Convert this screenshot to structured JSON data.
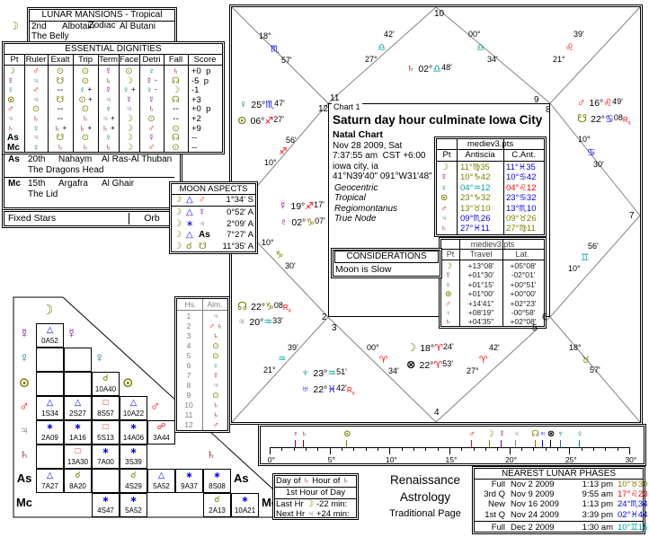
{
  "glyphs": {
    "moon": {
      "g": "☽",
      "c": "#808000"
    },
    "mercury": {
      "g": "☿",
      "c": "#800080"
    },
    "venus": {
      "g": "♀",
      "c": "#008080"
    },
    "sun": {
      "g": "⊙",
      "c": "#808000"
    },
    "mars": {
      "g": "♂",
      "c": "#ff0000"
    },
    "jupiter": {
      "g": "♃",
      "c": "#808080"
    },
    "saturn": {
      "g": "♄",
      "c": "#800000"
    },
    "uranus": {
      "g": "♅",
      "c": "#0000ff"
    },
    "neptune": {
      "g": "♆",
      "c": "#008080"
    },
    "pluto": {
      "g": "♇",
      "c": "#800080"
    },
    "node_n": {
      "g": "☊",
      "c": "#808000"
    },
    "node_s": {
      "g": "☋",
      "c": "#808000"
    },
    "fortuna": {
      "g": "⊗",
      "c": "#000000"
    },
    "as": {
      "g": "As",
      "c": "#000000"
    },
    "mc": {
      "g": "Mc",
      "c": "#000000"
    }
  },
  "signs": {
    "ari": {
      "g": "♈",
      "c": "#ff0000"
    },
    "tau": {
      "g": "♉",
      "c": "#808000"
    },
    "gem": {
      "g": "♊",
      "c": "#00a0a0"
    },
    "can": {
      "g": "♋",
      "c": "#0000ff"
    },
    "leo": {
      "g": "♌",
      "c": "#ff0000"
    },
    "vir": {
      "g": "♍",
      "c": "#808000"
    },
    "lib": {
      "g": "♎",
      "c": "#00a0a0"
    },
    "sco": {
      "g": "♏",
      "c": "#0000ff"
    },
    "sag": {
      "g": "♐",
      "c": "#ff0000"
    },
    "cap": {
      "g": "♑",
      "c": "#808000"
    },
    "aqu": {
      "g": "♒",
      "c": "#00a0a0"
    },
    "pis": {
      "g": "♓",
      "c": "#0000ff"
    }
  },
  "aspects": {
    "conj": {
      "g": "☌",
      "c": "#808000"
    },
    "sextile": {
      "g": "∗",
      "c": "#0000ff"
    },
    "square": {
      "g": "□",
      "c": "#ff0000"
    },
    "trine": {
      "g": "△",
      "c": "#0000ff"
    },
    "opp": {
      "g": "☍",
      "c": "#ff0000"
    }
  },
  "lunar_mansions": {
    "title": "LUNAR MANSIONS - Tropical Zodiac",
    "rows": [
      {
        "pt": "moon",
        "num": "2nd",
        "name": "Albotain",
        "alt": "Al Butani",
        "meaning": "The Belly"
      },
      {
        "pt": "as",
        "num": "20th",
        "name": "Nahaym",
        "alt": "Al Ras-Al Thuban",
        "meaning": "The Dragons Head"
      },
      {
        "pt": "mc",
        "num": "15th",
        "name": "Argafra",
        "alt": "Al Ghair",
        "meaning": "The Lid"
      }
    ]
  },
  "essential_dignities": {
    "title": "ESSENTIAL DIGNITIES",
    "headers": [
      "Pt",
      "Ruler",
      "Exalt",
      "Trip",
      "Term",
      "Face",
      "Detri",
      "Fall",
      "Score"
    ],
    "rows": [
      {
        "pt": "moon",
        "ruler": {
          "p": "mars"
        },
        "exalt": {
          "p": "sun"
        },
        "trip": {
          "p": "sun"
        },
        "term": {
          "p": "mercury"
        },
        "face": {
          "p": "sun"
        },
        "detri": {
          "p": "venus"
        },
        "fall": {
          "p": "saturn"
        },
        "score": "+0 p"
      },
      {
        "pt": "mercury",
        "ruler": {
          "p": "jupiter"
        },
        "exalt": {
          "p": "node_s"
        },
        "trip": {
          "p": "sun"
        },
        "term": {
          "p": "saturn"
        },
        "face": {
          "p": "moon"
        },
        "detri": {
          "p": "mercury",
          "m": "-"
        },
        "fall": {
          "p": "node_n"
        },
        "score": "-5 p"
      },
      {
        "pt": "venus",
        "ruler": {
          "p": "mars"
        },
        "exalt": {
          "t": "--"
        },
        "trip": {
          "p": "venus",
          "m": "+"
        },
        "term": {
          "p": "mercury"
        },
        "face": {
          "p": "venus",
          "m": "+"
        },
        "detri": {
          "p": "venus",
          "m": "-"
        },
        "fall": {
          "p": "moon"
        },
        "score": "-1"
      },
      {
        "pt": "sun",
        "ruler": {
          "p": "jupiter"
        },
        "exalt": {
          "p": "node_s"
        },
        "trip": {
          "p": "sun",
          "m": "+"
        },
        "term": {
          "p": "jupiter"
        },
        "face": {
          "p": "mercury"
        },
        "detri": {
          "p": "mercury"
        },
        "fall": {
          "p": "node_n"
        },
        "score": "+3"
      },
      {
        "pt": "mars",
        "ruler": {
          "p": "sun"
        },
        "exalt": {
          "t": "--"
        },
        "trip": {
          "p": "sun"
        },
        "term": {
          "p": "venus"
        },
        "face": {
          "p": "jupiter"
        },
        "detri": {
          "p": "saturn"
        },
        "fall": {
          "t": "--"
        },
        "score": "+0 p"
      },
      {
        "pt": "jupiter",
        "ruler": {
          "p": "saturn"
        },
        "exalt": {
          "t": "--"
        },
        "trip": {
          "p": "saturn"
        },
        "term": {
          "p": "jupiter",
          "m": "+"
        },
        "face": {
          "p": "moon"
        },
        "detri": {
          "p": "sun"
        },
        "fall": {
          "t": "--"
        },
        "score": "+2"
      },
      {
        "pt": "saturn",
        "ruler": {
          "p": "venus"
        },
        "exalt": {
          "p": "saturn",
          "m": "+"
        },
        "trip": {
          "p": "saturn",
          "m": "+"
        },
        "term": {
          "p": "saturn",
          "m": "+"
        },
        "face": {
          "p": "moon"
        },
        "detri": {
          "p": "mars"
        },
        "fall": {
          "p": "sun"
        },
        "score": "+9"
      },
      {
        "pt": "as",
        "ruler": {
          "p": "jupiter"
        },
        "exalt": {
          "p": "node_s"
        },
        "trip": {
          "p": "sun"
        },
        "term": {
          "p": "venus"
        },
        "face": {
          "p": "moon"
        },
        "detri": {
          "p": "mercury"
        },
        "fall": {
          "p": "node_n"
        },
        "score": "--"
      },
      {
        "pt": "mc",
        "ruler": {
          "p": "venus"
        },
        "exalt": {
          "p": "saturn"
        },
        "trip": {
          "p": "saturn"
        },
        "term": {
          "p": "saturn"
        },
        "face": {
          "p": "moon"
        },
        "detri": {
          "p": "mars"
        },
        "fall": {
          "p": "sun"
        },
        "score": "--"
      }
    ]
  },
  "fixed_stars": {
    "label": "Fixed Stars",
    "orb": "Orb"
  },
  "moon_aspects": {
    "title": "MOON ASPECTS",
    "rows": [
      {
        "p1": "moon",
        "a": "trine",
        "p2": "mars",
        "orb": "1°34' S"
      },
      {
        "p1": "moon",
        "a": "trine",
        "p2": "mercury",
        "orb": "0°52' A"
      },
      {
        "p1": "moon",
        "a": "sextile",
        "p2": "jupiter",
        "orb": "2°09' A"
      },
      {
        "p1": "moon",
        "a": "trine",
        "p2": "as",
        "orb": "7°27' A"
      },
      {
        "p1": "moon",
        "a": "conj",
        "p2": "node_s",
        "orb": "11°35' A"
      }
    ]
  },
  "aspect_grid": {
    "diag_order": [
      "moon",
      "mercury",
      "venus",
      "sun",
      "mars",
      "jupiter",
      "saturn",
      "as",
      "mc"
    ],
    "rows": [
      {
        "p": "mercury",
        "cells": [
          {
            "a": "trine",
            "v": "0A52"
          }
        ]
      },
      {
        "p": "venus",
        "cells": [
          {},
          {}
        ]
      },
      {
        "p": "sun",
        "cells": [
          {},
          {},
          {
            "a": "conj",
            "v": "10A40"
          }
        ]
      },
      {
        "p": "mars",
        "cells": [
          {
            "a": "trine",
            "v": "1S34"
          },
          {
            "a": "trine",
            "v": "2S27"
          },
          {
            "a": "square",
            "v": "8S57"
          },
          {
            "a": "trine",
            "v": "10A22"
          }
        ]
      },
      {
        "p": "jupiter",
        "cells": [
          {
            "a": "sextile",
            "v": "2A09"
          },
          {
            "a": "sextile",
            "v": "1A16"
          },
          {
            "a": "square",
            "v": "5S13"
          },
          {
            "a": "sextile",
            "v": "14A06"
          },
          {
            "a": "opp",
            "v": "3A44"
          }
        ]
      },
      {
        "p": "saturn",
        "cells": [
          {},
          {
            "a": "square",
            "v": "13A30"
          },
          {
            "a": "sextile",
            "v": "7A00"
          },
          {
            "a": "sextile",
            "v": "3S39"
          },
          null,
          null
        ]
      },
      {
        "p": "as",
        "cells": [
          {
            "a": "trine",
            "v": "7A27"
          },
          {
            "a": "conj",
            "v": "8A20"
          },
          {},
          {
            "a": "conj",
            "v": "4S29"
          },
          {
            "a": "trine",
            "v": "5A52"
          },
          {
            "a": "sextile",
            "v": "9A37"
          },
          {
            "a": "sextile",
            "v": "8S08"
          }
        ]
      },
      {
        "p": "mc",
        "cells": [
          null,
          null,
          {
            "a": "sextile",
            "v": "4S47"
          },
          {
            "a": "sextile",
            "v": "5A52"
          },
          null,
          null,
          {
            "a": "conj",
            "v": "2A13"
          },
          {
            "a": "sextile",
            "v": "10A21"
          }
        ]
      }
    ]
  },
  "house_almutens": {
    "headers": [
      "Hs.",
      "Alm."
    ],
    "rows": [
      {
        "house": "1",
        "alms": [
          "jupiter"
        ]
      },
      {
        "house": "2",
        "alms": [
          "mars",
          "saturn"
        ]
      },
      {
        "house": "3",
        "alms": [
          "saturn"
        ]
      },
      {
        "house": "4",
        "alms": [
          "sun"
        ]
      },
      {
        "house": "5",
        "alms": [
          "sun"
        ]
      },
      {
        "house": "6",
        "alms": [
          "venus"
        ]
      },
      {
        "house": "7",
        "alms": [
          "mercury"
        ]
      },
      {
        "house": "8",
        "alms": [
          "jupiter"
        ]
      },
      {
        "house": "9",
        "alms": [
          "sun"
        ]
      },
      {
        "house": "10",
        "alms": [
          "saturn"
        ]
      },
      {
        "house": "11",
        "alms": [
          "saturn"
        ]
      },
      {
        "house": "12",
        "alms": [
          "mars"
        ]
      }
    ]
  },
  "chart": {
    "title_small": "Chart 1",
    "title": "Saturn day hour culminate Iowa City",
    "type": "Natal Chart",
    "date": "Nov 28 2009, Sat",
    "time": "7:37:55 am  CST +6:00",
    "location": "iowa city, ia",
    "coordinates": "41°N39'40\" 091°W31'48\"",
    "settings": [
      "Geocentric",
      "Tropical",
      "Regiomontanus",
      "True Node"
    ],
    "houses": [
      {
        "num": "1",
        "deg": "10°",
        "sign": "sag",
        "min": "56'"
      },
      {
        "num": "2",
        "deg": "10°",
        "sign": "cap",
        "min": "30'"
      },
      {
        "num": "3",
        "deg": "21°",
        "sign": "aqu",
        "min": "39'"
      },
      {
        "num": "4",
        "deg": "00°",
        "sign": "ari",
        "min": "34'"
      },
      {
        "num": "5",
        "deg": "27°",
        "sign": "ari",
        "min": "42'"
      },
      {
        "num": "6",
        "deg": "18°",
        "sign": "tau",
        "min": "57'"
      },
      {
        "num": "7",
        "deg": "10°",
        "sign": "gem",
        "min": "56'"
      },
      {
        "num": "8",
        "deg": "10°",
        "sign": "can",
        "min": "30'"
      },
      {
        "num": "9",
        "deg": "21°",
        "sign": "leo",
        "min": "39'"
      },
      {
        "num": "10",
        "deg": "00°",
        "sign": "lib",
        "min": "34'"
      },
      {
        "num": "11",
        "deg": "27°",
        "sign": "lib",
        "min": "42'"
      },
      {
        "num": "12",
        "deg": "18°",
        "sign": "sco",
        "min": "57'"
      }
    ],
    "planets": [
      {
        "p": "saturn",
        "deg": "02°",
        "sign": "lib",
        "min": "48'"
      },
      {
        "p": "venus",
        "deg": "25°",
        "sign": "sco",
        "min": "47'"
      },
      {
        "p": "sun",
        "deg": "06°",
        "sign": "sag",
        "min": "27'"
      },
      {
        "p": "mercury",
        "deg": "19°",
        "sign": "sag",
        "min": "17'"
      },
      {
        "p": "pluto",
        "deg": "02°",
        "sign": "cap",
        "min": "07'"
      },
      {
        "p": "node_n",
        "deg": "22°",
        "sign": "cap",
        "min": "08",
        "rx": true
      },
      {
        "p": "jupiter",
        "deg": "20°",
        "sign": "aqu",
        "min": "33'"
      },
      {
        "p": "neptune",
        "deg": "23°",
        "sign": "aqu",
        "min": "51'"
      },
      {
        "p": "uranus",
        "deg": "22°",
        "sign": "pis",
        "min": "42'",
        "rx": true
      },
      {
        "p": "moon",
        "deg": "18°",
        "sign": "ari",
        "min": "24'"
      },
      {
        "p": "fortuna",
        "deg": "22°",
        "sign": "ari",
        "min": "53'"
      },
      {
        "p": "mars",
        "deg": "16°",
        "sign": "leo",
        "min": "49'"
      },
      {
        "p": "node_s",
        "deg": "22°",
        "sign": "can",
        "min": "08",
        "rx": true
      }
    ],
    "antiscia_table": {
      "title": "mediev3.pts",
      "headers": [
        "Pt",
        "Antiscia",
        "C.Ant."
      ],
      "rows": [
        {
          "p": "moon",
          "antiscia": {
            "deg": "11°",
            "sign": "vir",
            "min": "35"
          },
          "c_ant": {
            "deg": "11°",
            "sign": "pis",
            "min": "35"
          }
        },
        {
          "p": "mercury",
          "antiscia": {
            "deg": "10°",
            "sign": "cap",
            "min": "42"
          },
          "c_ant": {
            "deg": "10°",
            "sign": "can",
            "min": "42"
          }
        },
        {
          "p": "venus",
          "antiscia": {
            "deg": "04°",
            "sign": "aqu",
            "min": "12"
          },
          "c_ant": {
            "deg": "04°",
            "sign": "leo",
            "min": "12"
          }
        },
        {
          "p": "sun",
          "antiscia": {
            "deg": "23°",
            "sign": "cap",
            "min": "32"
          },
          "c_ant": {
            "deg": "23°",
            "sign": "can",
            "min": "32"
          }
        },
        {
          "p": "mars",
          "antiscia": {
            "deg": "13°",
            "sign": "tau",
            "min": "10"
          },
          "c_ant": {
            "deg": "13°",
            "sign": "sco",
            "min": "10"
          }
        },
        {
          "p": "jupiter",
          "antiscia": {
            "deg": "09°",
            "sign": "sco",
            "min": "26"
          },
          "c_ant": {
            "deg": "09°",
            "sign": "tau",
            "min": "26"
          }
        },
        {
          "p": "saturn",
          "antiscia": {
            "deg": "27°",
            "sign": "pis",
            "min": "11"
          },
          "c_ant": {
            "deg": "27°",
            "sign": "vir",
            "min": "11"
          }
        }
      ]
    },
    "travel_table": {
      "title": "mediev3.pts",
      "headers": [
        "Pt",
        "Travel",
        "Lat."
      ],
      "rows": [
        {
          "p": "moon",
          "travel": "+13°08'",
          "lat": "+05°08'"
        },
        {
          "p": "mercury",
          "travel": "+01°30'",
          "lat": "-02°01'"
        },
        {
          "p": "venus",
          "travel": "+01°15'",
          "lat": "+00°51'"
        },
        {
          "p": "sun",
          "travel": "+01°00'",
          "lat": "+00°00'"
        },
        {
          "p": "mars",
          "travel": "+14'41\"",
          "lat": "+02°23'"
        },
        {
          "p": "jupiter",
          "travel": "+08'19\"",
          "lat": "-00°58'"
        },
        {
          "p": "saturn",
          "travel": "+04'35\"",
          "lat": "+02°08'"
        }
      ]
    }
  },
  "considerations": {
    "title": "CONSIDERATIONS",
    "items": [
      "Moon is Slow"
    ]
  },
  "degree_ruler": {
    "tick_labels": [
      "0°",
      "5°",
      "10°",
      "15°",
      "20°",
      "25°",
      "30°"
    ],
    "planets": [
      {
        "p": "pluto",
        "deg": 2.1
      },
      {
        "p": "saturn",
        "deg": 2.8
      },
      {
        "p": "sun",
        "deg": 6.4
      },
      {
        "p": "mars",
        "deg": 16.8
      },
      {
        "p": "moon",
        "deg": 18.3
      },
      {
        "p": "mercury",
        "deg": 19.3
      },
      {
        "p": "jupiter",
        "deg": 20.5
      },
      {
        "p": "node_n",
        "deg": 22.1
      },
      {
        "p": "uranus",
        "deg": 22.7
      },
      {
        "p": "fortuna",
        "deg": 23.4
      },
      {
        "p": "neptune",
        "deg": 24.2
      },
      {
        "p": "venus",
        "deg": 25.8
      }
    ]
  },
  "planetary_hours": {
    "day_of": "Day of",
    "hour_of": "Hour of",
    "day_planet": "saturn",
    "hour_planet": "saturn",
    "hour_line": "1st Hour of Day",
    "last": {
      "label": "Last Hr",
      "p": "moon",
      "txt": "-22 min:"
    },
    "next": {
      "label": "Next Hr",
      "p": "jupiter",
      "txt": "+24 min:"
    }
  },
  "branding": {
    "line1": "Renaissance",
    "line2": "Astrology",
    "line3": "Traditional Page"
  },
  "lunar_phases": {
    "title": "NEAREST LUNAR PHASES",
    "rows": [
      {
        "phase": "Full",
        "date": "Nov 2 2009",
        "time": "1:13 pm",
        "pos": {
          "deg": "10°",
          "sign": "tau",
          "min": "30"
        }
      },
      {
        "phase": "3rd Q",
        "date": "Nov 9 2009",
        "time": "9:55 am",
        "pos": {
          "deg": "17°",
          "sign": "leo",
          "min": "23"
        }
      },
      {
        "phase": "New",
        "date": "Nov 16 2009",
        "time": "1:13 pm",
        "pos": {
          "deg": "24°",
          "sign": "sco",
          "min": "34"
        }
      },
      {
        "phase": "1st Q",
        "date": "Nov 24 2009",
        "time": "3:39 pm",
        "pos": {
          "deg": "02°",
          "sign": "pis",
          "min": "44"
        }
      },
      {
        "phase": "Full",
        "date": "Dec 2 2009",
        "time": "1:30 am",
        "pos": {
          "deg": "10°",
          "sign": "gem",
          "min": "15"
        },
        "separated": true
      }
    ]
  }
}
